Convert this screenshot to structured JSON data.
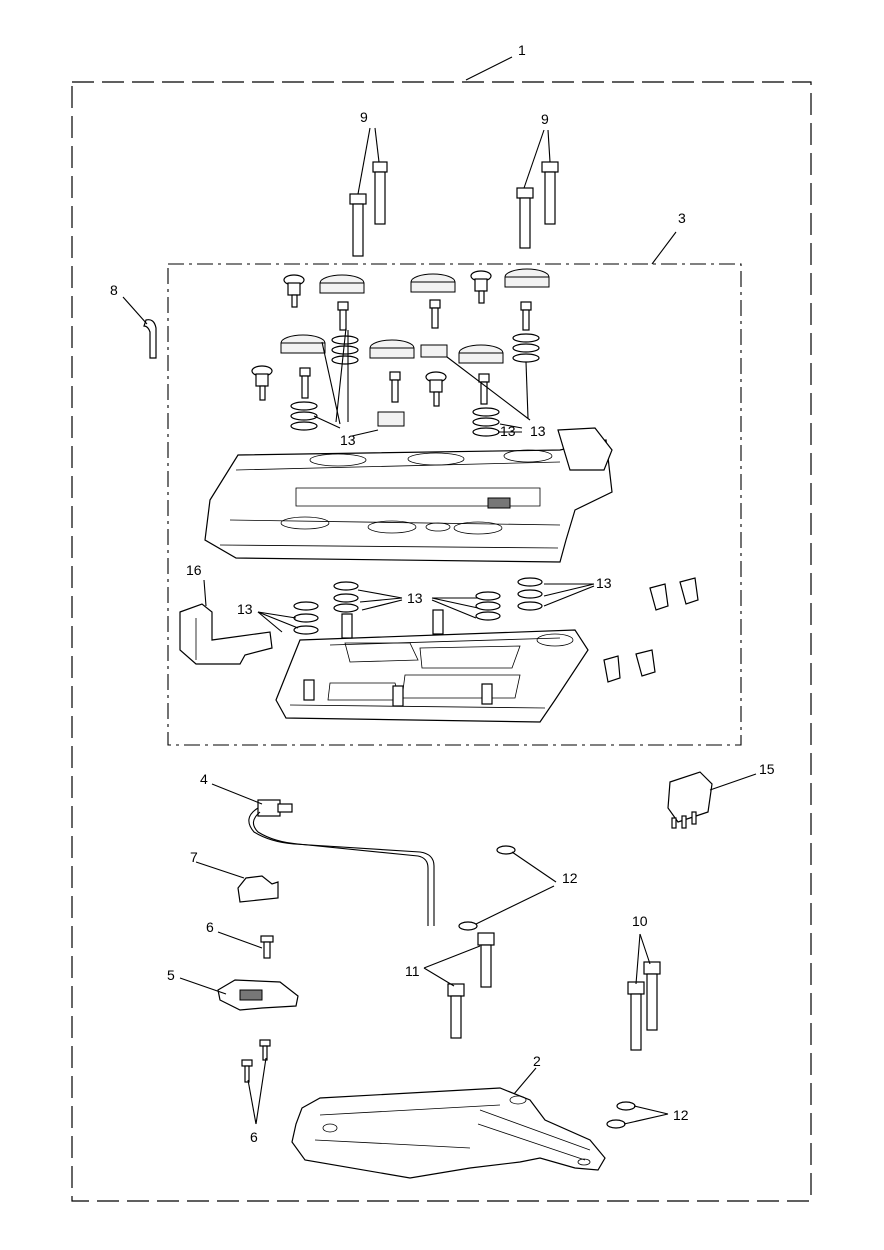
{
  "callouts": [
    "1",
    "2",
    "3",
    "4",
    "5",
    "6",
    "6",
    "7",
    "8",
    "9",
    "9",
    "10",
    "11",
    "12",
    "12",
    "13",
    "13",
    "13",
    "13",
    "13",
    "13",
    "15",
    "16"
  ]
}
